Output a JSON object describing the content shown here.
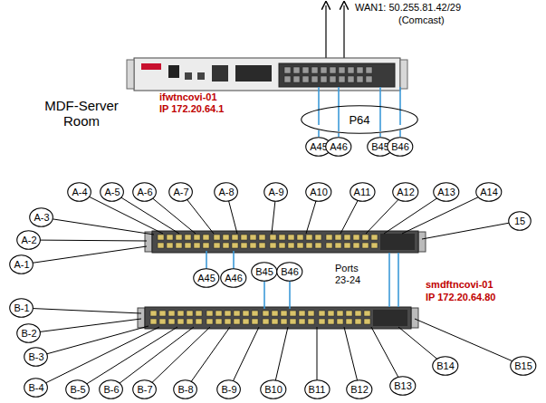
{
  "diagram": {
    "nodes": [
      {
        "text": [
          "P64"
        ]
      },
      {
        "text": [
          "A45"
        ]
      },
      {
        "text": [
          "A46"
        ]
      },
      {
        "text": [
          "B45"
        ]
      },
      {
        "text": [
          "B46"
        ]
      },
      {
        "text": [
          "A-1"
        ]
      },
      {
        "text": [
          "A-2"
        ]
      },
      {
        "text": [
          "A-3"
        ]
      },
      {
        "text": [
          "A-4"
        ]
      },
      {
        "text": [
          "A-5"
        ]
      },
      {
        "text": [
          "A-6"
        ]
      },
      {
        "text": [
          "A-7"
        ]
      },
      {
        "text": [
          "A-8"
        ]
      },
      {
        "text": [
          "A-9"
        ]
      },
      {
        "text": [
          "A10"
        ]
      },
      {
        "text": [
          "A11"
        ]
      },
      {
        "text": [
          "A12"
        ]
      },
      {
        "text": [
          "A13"
        ]
      },
      {
        "text": [
          "A14"
        ]
      },
      {
        "text": [
          "15"
        ]
      },
      {
        "text": [
          "A45"
        ]
      },
      {
        "text": [
          "A46"
        ]
      },
      {
        "text": [
          "B45"
        ]
      },
      {
        "text": [
          "B46"
        ]
      },
      {
        "text": [
          "B-1"
        ]
      },
      {
        "text": [
          "B-2"
        ]
      },
      {
        "text": [
          "B-3"
        ]
      },
      {
        "text": [
          "B-4"
        ]
      },
      {
        "text": [
          "B-5"
        ]
      },
      {
        "text": [
          "B-6"
        ]
      },
      {
        "text": [
          "B-7"
        ]
      },
      {
        "text": [
          "B-8"
        ]
      },
      {
        "text": [
          "B-9"
        ]
      },
      {
        "text": [
          "B10"
        ]
      },
      {
        "text": [
          "B11"
        ]
      },
      {
        "text": [
          "B12"
        ]
      },
      {
        "text": [
          "B13"
        ]
      },
      {
        "text": [
          "B14"
        ]
      },
      {
        "text": [
          "B15"
        ]
      }
    ],
    "edges": [
      {
        "from": 0,
        "to": 1,
        "arrow": "none"
      },
      {
        "from": 0,
        "to": 2,
        "arrow": "none"
      },
      {
        "from": 0,
        "to": 3,
        "arrow": "none"
      },
      {
        "from": 0,
        "to": 4,
        "arrow": "none"
      }
    ],
    "labels": [
      "WAN1: 50.255.81.42/29",
      "(Comcast)",
      "MDF-Server Room",
      "ifwtncovi-01",
      "IP 172.20.64.1",
      "Ports 23-24",
      "smdftncovi-01",
      "IP 172.20.64.80"
    ]
  }
}
